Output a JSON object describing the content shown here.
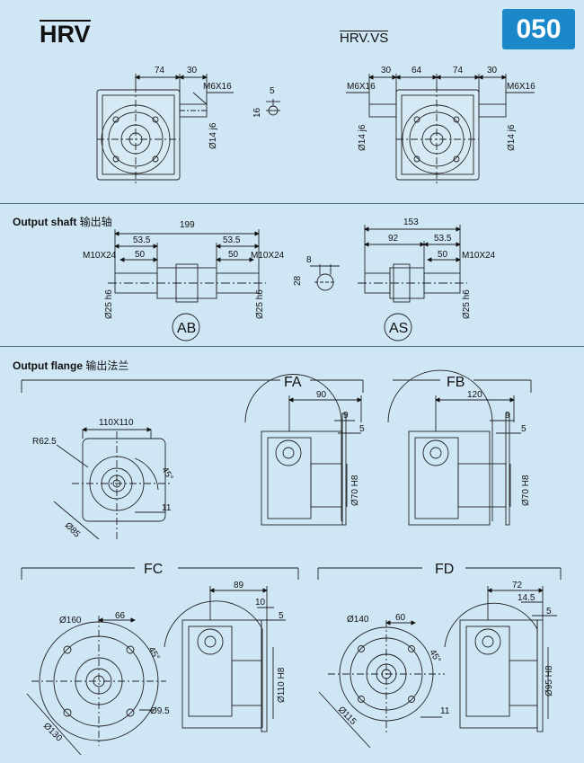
{
  "header": {
    "model": "HRV",
    "variant": "HRV.VS",
    "size_badge": "050"
  },
  "sections": {
    "output_shaft": {
      "title": "Output shaft",
      "title_cn": "输出轴"
    },
    "output_flange": {
      "title": "Output flange",
      "title_cn": "输出法兰"
    }
  },
  "top_left": {
    "dim_74": "74",
    "dim_30": "30",
    "thread": "M6X16",
    "shaft": "Ø14 j6",
    "key_5": "5",
    "key_16": "16"
  },
  "top_right": {
    "dim_30a": "30",
    "dim_64": "64",
    "dim_74": "74",
    "dim_30b": "30",
    "thread_l": "M6X16",
    "thread_r": "M6X16",
    "shaft_l": "Ø14 j6",
    "shaft_r": "Ø14 j6"
  },
  "shaft_ab": {
    "label": "AB",
    "total": "199",
    "l1": "53.5",
    "l2": "53.5",
    "k1": "50",
    "k2": "50",
    "thread_l": "M10X24",
    "thread_r": "M10X24",
    "dia_l": "Ø25 h6",
    "dia_r": "Ø25 h6"
  },
  "shaft_key": {
    "w": "8",
    "h": "28"
  },
  "shaft_as": {
    "label": "AS",
    "total": "153",
    "l1": "92",
    "l2": "53.5",
    "k": "50",
    "thread": "M10X24",
    "dia": "Ø25 h6"
  },
  "flange_front": {
    "radius": "R62.5",
    "square": "110X110",
    "angle": "45°",
    "hole": "11",
    "pcd": "Ø85"
  },
  "fa": {
    "label": "FA",
    "d1": "90",
    "d2": "9",
    "d3": "5",
    "spigot": "Ø70 H8"
  },
  "fb": {
    "label": "FB",
    "d1": "120",
    "d2": "9",
    "d3": "5",
    "spigot": "Ø70 H8"
  },
  "fc": {
    "label": "FC",
    "od": "Ø160",
    "off": "66",
    "angle": "45°",
    "pcd": "Ø130",
    "hole": "Ø9.5",
    "d1": "89",
    "d2": "10",
    "d3": "5",
    "spigot": "Ø110 H8"
  },
  "fd": {
    "label": "FD",
    "od": "Ø140",
    "off": "60",
    "angle": "45°",
    "pcd": "Ø115",
    "hole": "11",
    "d1": "72",
    "d2": "14.5",
    "d3": "5",
    "spigot": "Ø95 H8"
  }
}
